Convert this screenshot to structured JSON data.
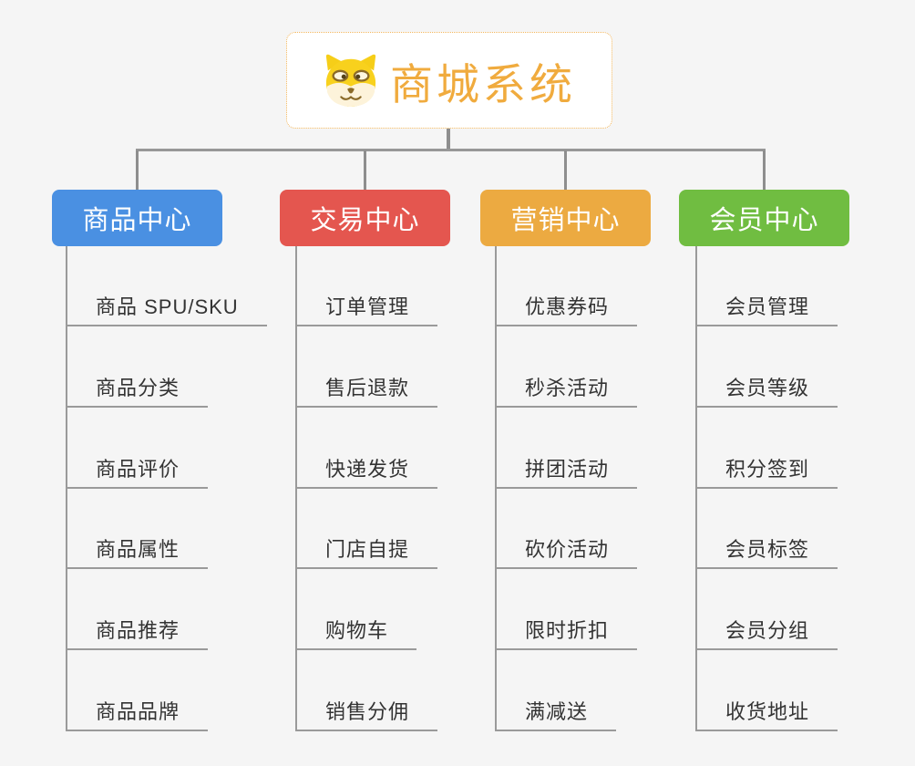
{
  "root": {
    "title": "商城系统",
    "icon": "dog-face-icon"
  },
  "colors": {
    "root_text": "#f0ab3e",
    "root_border": "#f2b65c",
    "connector": "#8e8e8e",
    "item_text": "#333333",
    "background": "#f5f5f5"
  },
  "branches": [
    {
      "label": "商品中心",
      "color": "#4a90e2",
      "items": [
        "商品 SPU/SKU",
        "商品分类",
        "商品评价",
        "商品属性",
        "商品推荐",
        "商品品牌"
      ]
    },
    {
      "label": "交易中心",
      "color": "#e4564f",
      "items": [
        "订单管理",
        "售后退款",
        "快递发货",
        "门店自提",
        "购物车",
        "销售分佣"
      ]
    },
    {
      "label": "营销中心",
      "color": "#ecaa41",
      "items": [
        "优惠券码",
        "秒杀活动",
        "拼团活动",
        "砍价活动",
        "限时折扣",
        "满减送"
      ]
    },
    {
      "label": "会员中心",
      "color": "#70bd41",
      "items": [
        "会员管理",
        "会员等级",
        "积分签到",
        "会员标签",
        "会员分组",
        "收货地址"
      ]
    }
  ]
}
